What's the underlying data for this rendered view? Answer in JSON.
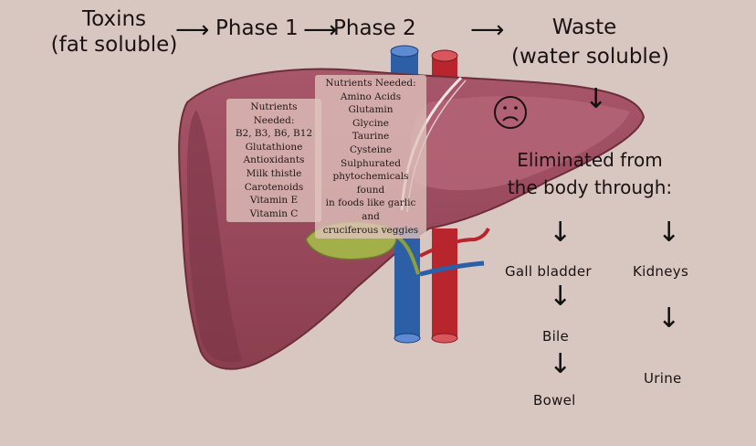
{
  "header": {
    "toxins_line1": "Toxins",
    "toxins_line2": "(fat soluble)",
    "phase1": "Phase 1",
    "phase2": "Phase 2",
    "waste_line1": "Waste",
    "waste_line2": "(water soluble)"
  },
  "phase1_box": {
    "lines": [
      "Nutrients Needed:",
      "B2, B3, B6, B12",
      "Glutathione",
      "Antioxidants",
      "Milk thistle",
      "Carotenoids",
      "Vitamin E",
      "Vitamin C"
    ]
  },
  "phase2_box": {
    "lines": [
      "Nutrients Needed:",
      "Amino Acids",
      "Glutamin",
      "Glycine",
      "Taurine",
      "Cysteine",
      "Sulphurated",
      "phytochemicals found",
      "in foods like garlic and",
      "cruciferous veggies"
    ]
  },
  "elimination": {
    "line1": "Eliminated from",
    "line2": "the body through:",
    "gall_bladder": "Gall bladder",
    "kidneys": "Kidneys",
    "bile": "Bile",
    "bowel": "Bowel",
    "urine": "Urine"
  },
  "colors": {
    "background": "#d8c6c0",
    "liver": "#9b4a5a",
    "vein_blue": "#2d5fa6",
    "artery_red": "#b8252c",
    "gallbladder": "#a3b04a"
  },
  "icons": [
    "right-arrow-icon",
    "down-arrow-icon",
    "sad-face-icon"
  ]
}
